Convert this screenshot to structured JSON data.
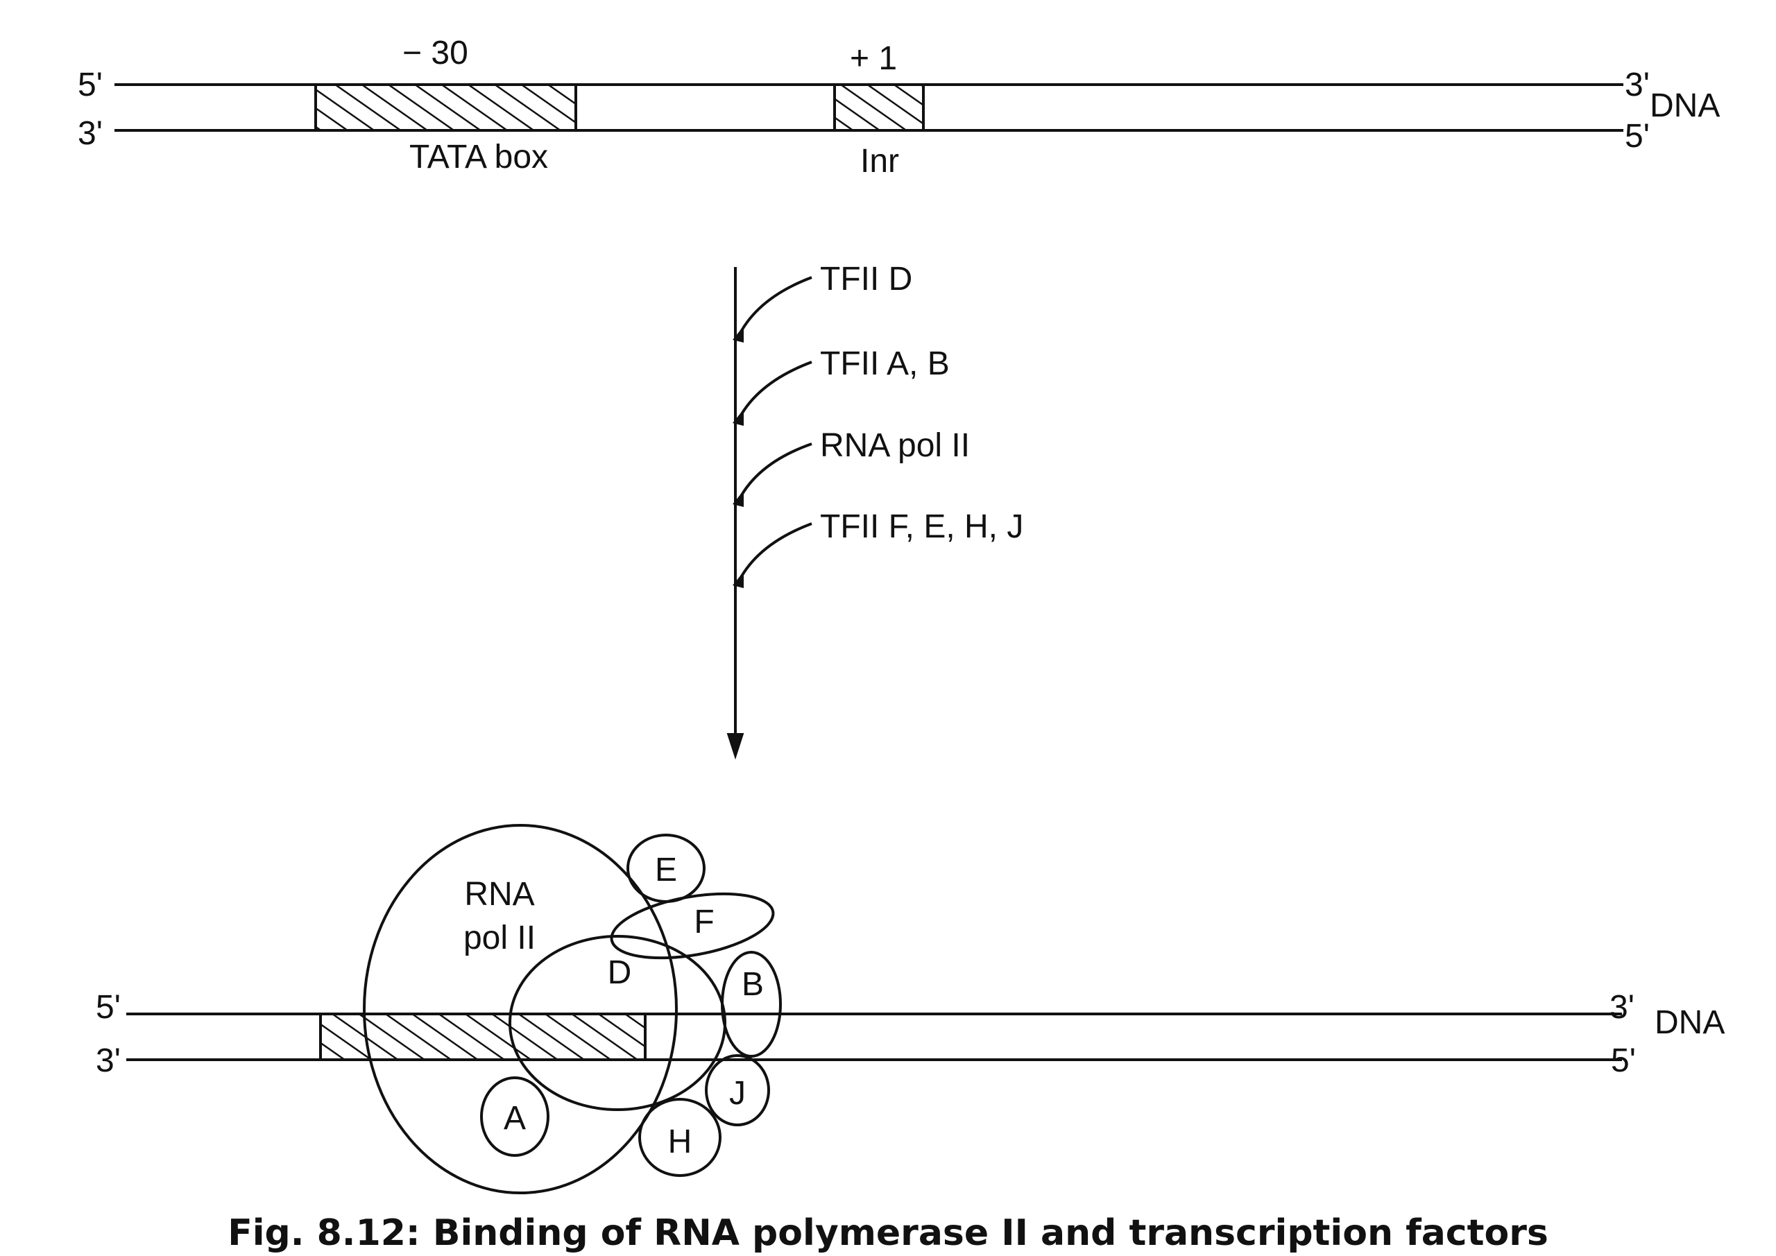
{
  "top_dna": {
    "strand_top_left": "5'",
    "strand_top_right": "3'",
    "strand_bottom_left": "3'",
    "strand_bottom_right": "5'",
    "name": "DNA",
    "position_tata": "− 30",
    "position_inr": "+ 1",
    "tata_label": "TATA box",
    "inr_label": "Inr"
  },
  "assembly_steps": [
    "TFII D",
    "TFII A, B",
    "RNA pol II",
    "TFII F, E, H, J"
  ],
  "complex": {
    "pol_label_line1": "RNA",
    "pol_label_line2": "pol II",
    "factors": [
      "E",
      "F",
      "D",
      "B",
      "J",
      "A",
      "H"
    ]
  },
  "bottom_dna": {
    "strand_top_left": "5'",
    "strand_top_right": "3'",
    "strand_bottom_left": "3'",
    "strand_bottom_right": "5'",
    "name": "DNA"
  },
  "caption": "Fig. 8.12: Binding of RNA polymerase II and transcription factors"
}
